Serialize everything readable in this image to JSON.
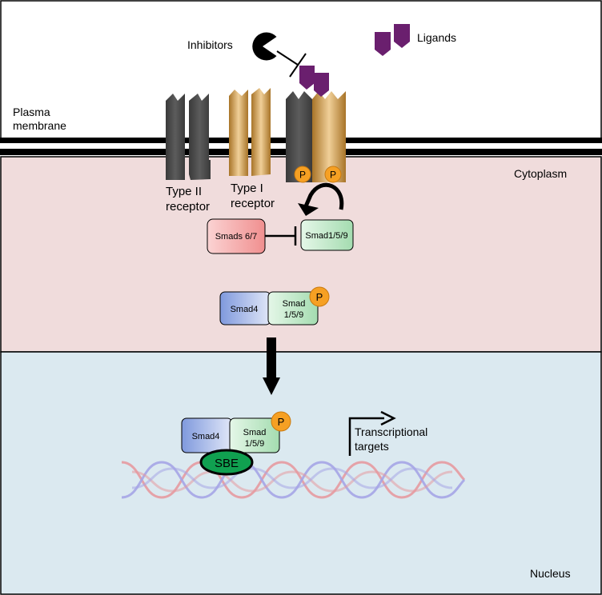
{
  "labels": {
    "inhibitors": "Inhibitors",
    "ligands": "Ligands",
    "plasma_membrane_1": "Plasma",
    "plasma_membrane_2": "membrane",
    "cytoplasm": "Cytoplasm",
    "type2_receptor_1": "Type II",
    "type2_receptor_2": "receptor",
    "type1_receptor_1": "Type I",
    "type1_receptor_2": "receptor",
    "smads67": "Smads 6/7",
    "smad159": "Smad1/5/9",
    "smad4": "Smad4",
    "smad_1": "Smad",
    "smad_2": "1/5/9",
    "phospho": "P",
    "sbe": "SBE",
    "transcriptional_1": "Transcriptional",
    "transcriptional_2": "targets",
    "nucleus": "Nucleus"
  },
  "colors": {
    "cytoplasm": "#f0dcdc",
    "nucleus": "#dbe9f0",
    "type2_receptor": "#4a4a4a",
    "type1_receptor": "#c7954a",
    "ligand": "#6a1f6e",
    "phospho": "#f6a023",
    "smad67": "#f6a5a5",
    "smad159": "#c7efcf",
    "smad4": "#a9bde8",
    "sbe": "#10a050",
    "dna_strand_a": "#e59aa0",
    "dna_strand_b": "#a5a5e6"
  }
}
